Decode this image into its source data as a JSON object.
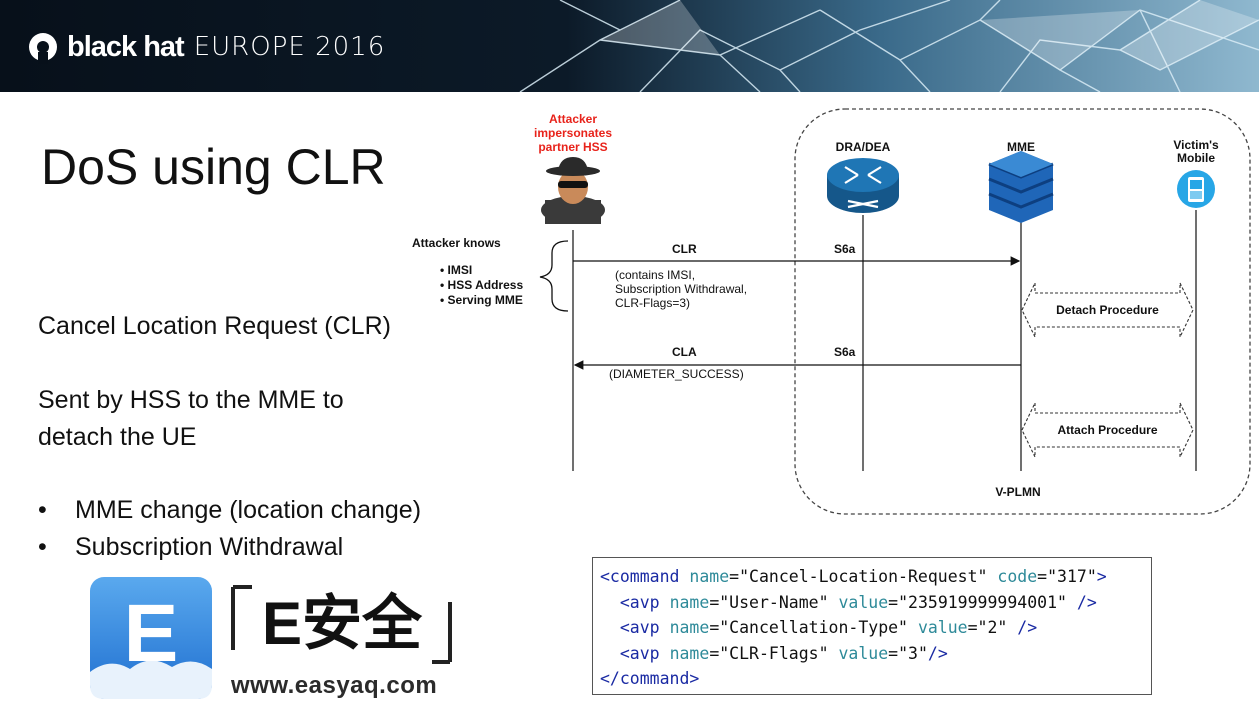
{
  "banner": {
    "brand": "black hat",
    "event": "EUROPE 2016"
  },
  "slide": {
    "title": "DoS using CLR",
    "clr_heading": "Cancel Location Request (CLR)",
    "sent_line1": "Sent by HSS to the MME to",
    "sent_line2": "detach the UE",
    "bullets": [
      "MME change (location change)",
      "Subscription Withdrawal"
    ]
  },
  "diagram": {
    "attacker_label": [
      "Attacker",
      "impersonates",
      "partner HSS"
    ],
    "knows_title": "Attacker knows",
    "knows_items": [
      "IMSI",
      "HSS Address",
      "Serving MME"
    ],
    "nodes": {
      "dra": "DRA/DEA",
      "mme": "MME",
      "victim": [
        "Victim's",
        "Mobile"
      ]
    },
    "clr_msg": "CLR",
    "s6a_1": "S6a",
    "clr_details": [
      "(contains IMSI,",
      "Subscription Withdrawal,",
      "CLR-Flags=3)"
    ],
    "cla_msg": "CLA",
    "s6a_2": "S6a",
    "cla_detail": "(DIAMETER_SUCCESS)",
    "detach": "Detach Procedure",
    "attach": "Attach Procedure",
    "vplmn": "V-PLMN",
    "colors": {
      "attacker_label": "#e8231b",
      "node_blue": "#1f76b5",
      "mobile_blue": "#27a6e6"
    }
  },
  "code": {
    "l1": {
      "open": "<command",
      "a1": "name",
      "v1": "\"Cancel-Location-Request\"",
      "a2": "code",
      "v2": "\"317\"",
      "close": ">"
    },
    "l2": {
      "open": "<avp",
      "a1": "name",
      "v1": "\"User-Name\"",
      "a2": "value",
      "v2": "\"235919999994001\"",
      "close": "/>"
    },
    "l3": {
      "open": "<avp",
      "a1": "name",
      "v1": "\"Cancellation-Type\"",
      "a2": "value",
      "v2": "\"2\"",
      "close": "/>"
    },
    "l4": {
      "open": "<avp",
      "a1": "name",
      "v1": "\"CLR-Flags\"",
      "a2": "value",
      "v2": "\"3\"",
      "close": "/>"
    },
    "l5": "</command>"
  },
  "watermark": {
    "letter": "E",
    "word": "E安全",
    "url": "www.easyaq.com"
  }
}
